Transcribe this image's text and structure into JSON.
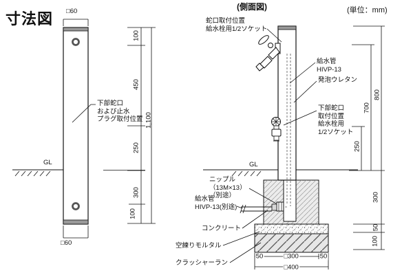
{
  "drawing": {
    "title": "寸法図",
    "unit_note": "(単位：mm)"
  },
  "front_view": {
    "size_top": "□60",
    "size_bottom": "□60",
    "gl": "GL",
    "note_lower_faucet": "下部蛇口\nおよび止水\nプラグ取付位置",
    "dims": {
      "top_offset": "100",
      "upper_span": "450",
      "above_gl": "250",
      "below_gl": "300",
      "bottom_offset": "100",
      "overall": "1,100"
    }
  },
  "side_view": {
    "title": "(側面図)",
    "gl": "GL",
    "notes": {
      "faucet_top": "蛇口取付位置\n給水栓用1/2ソケット",
      "supply_pipe": "給水管\nHIVP-13",
      "urethane": "発泡ウレタン",
      "faucet_lower": "下部蛇口\n取付位置\n給水栓用\n1/2ソケット",
      "nipple": "ニップル\n（13M×13）\n（別途）",
      "supply_pipe_branch": "給水管\nHIVP-13(別途)",
      "concrete": "コンクリート",
      "mortar": "空練りモルタル",
      "crusher_run": "クラッシャーラン"
    },
    "dims": {
      "faucet_height": "700",
      "overall_height": "800",
      "lower_faucet_height": "250",
      "embed_depth": "300",
      "mortar_thickness": "50",
      "crusher_thickness": "100",
      "base_margin_left": "50",
      "base_width": "□300",
      "base_margin_right": "50",
      "footing_width": "□400"
    }
  }
}
